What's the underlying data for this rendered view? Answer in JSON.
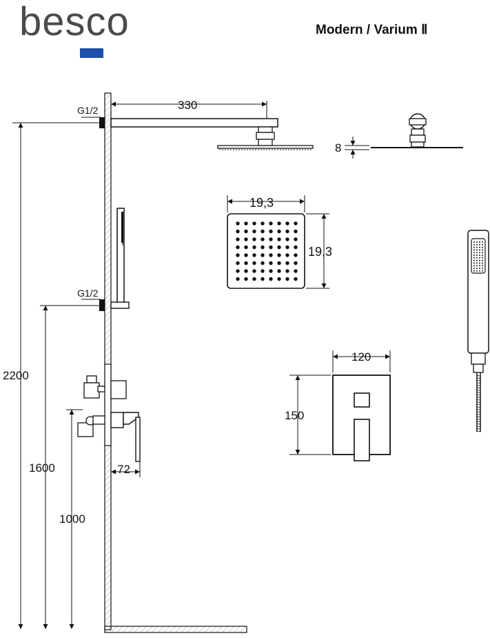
{
  "brand": {
    "logo_text": "besco",
    "accent_color": "#1f4fa8",
    "text_color": "#4a4a4a"
  },
  "header": {
    "model_title": "Modern / Varium Ⅱ"
  },
  "dimensions": {
    "thread_top": "G1/2",
    "thread_mid": "G1/2",
    "arm_length": "330",
    "head_thickness": "8",
    "head_width": "19,3",
    "head_depth": "19,3",
    "height_total": "2200",
    "height_hose": "1600",
    "height_mixer": "1000",
    "mixer_projection": "72",
    "plate_width": "120",
    "plate_height": "150"
  }
}
